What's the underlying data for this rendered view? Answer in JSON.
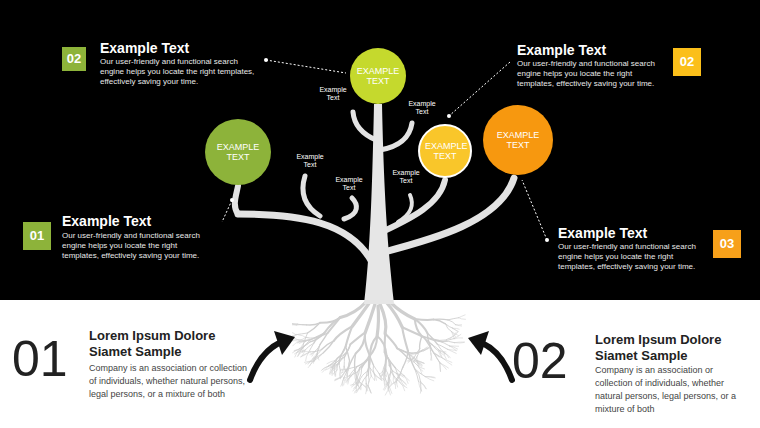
{
  "diagram": {
    "nodes": [
      {
        "text": [
          "02"
        ]
      },
      {
        "text": [
          "EXAMPLE TEXT"
        ]
      },
      {
        "text": [
          "02"
        ]
      },
      {
        "text": [
          "EXAMPLE TEXT"
        ]
      },
      {
        "text": [
          "EXAMPLE TEXT"
        ]
      },
      {
        "text": [
          "EXAMPLE TEXT"
        ]
      },
      {
        "text": [
          "01"
        ]
      },
      {
        "text": [
          "03"
        ]
      }
    ],
    "labels": [
      "Example Text",
      "Our user-friendly and functional search engine helps you locate the right templates, effectively saving your time.",
      "Example Text",
      "Our user-friendly and functional search engine helps you locate the right templates, effectively saving your time.",
      "Example Text",
      "Example Text",
      "Example Text",
      "Example Text",
      "Example Text",
      "Example Text",
      "Our user-friendly and functional search engine helps you locate the right templates, effectively saving your time.",
      "Example Text",
      "Our user-friendly and functional search engine helps you locate the right templates, effectively saving your time.",
      "01",
      "Lorem Ipsum Dolore Siamet Sample",
      "Company is an association or collection of individuals, whether natural persons, legal persons, or a mixture of both",
      "02",
      "Lorem Ipsum Dolore Siamet Sample",
      "Company is an association or collection of individuals, whether natural persons, legal persons, or a mixture of both"
    ]
  }
}
